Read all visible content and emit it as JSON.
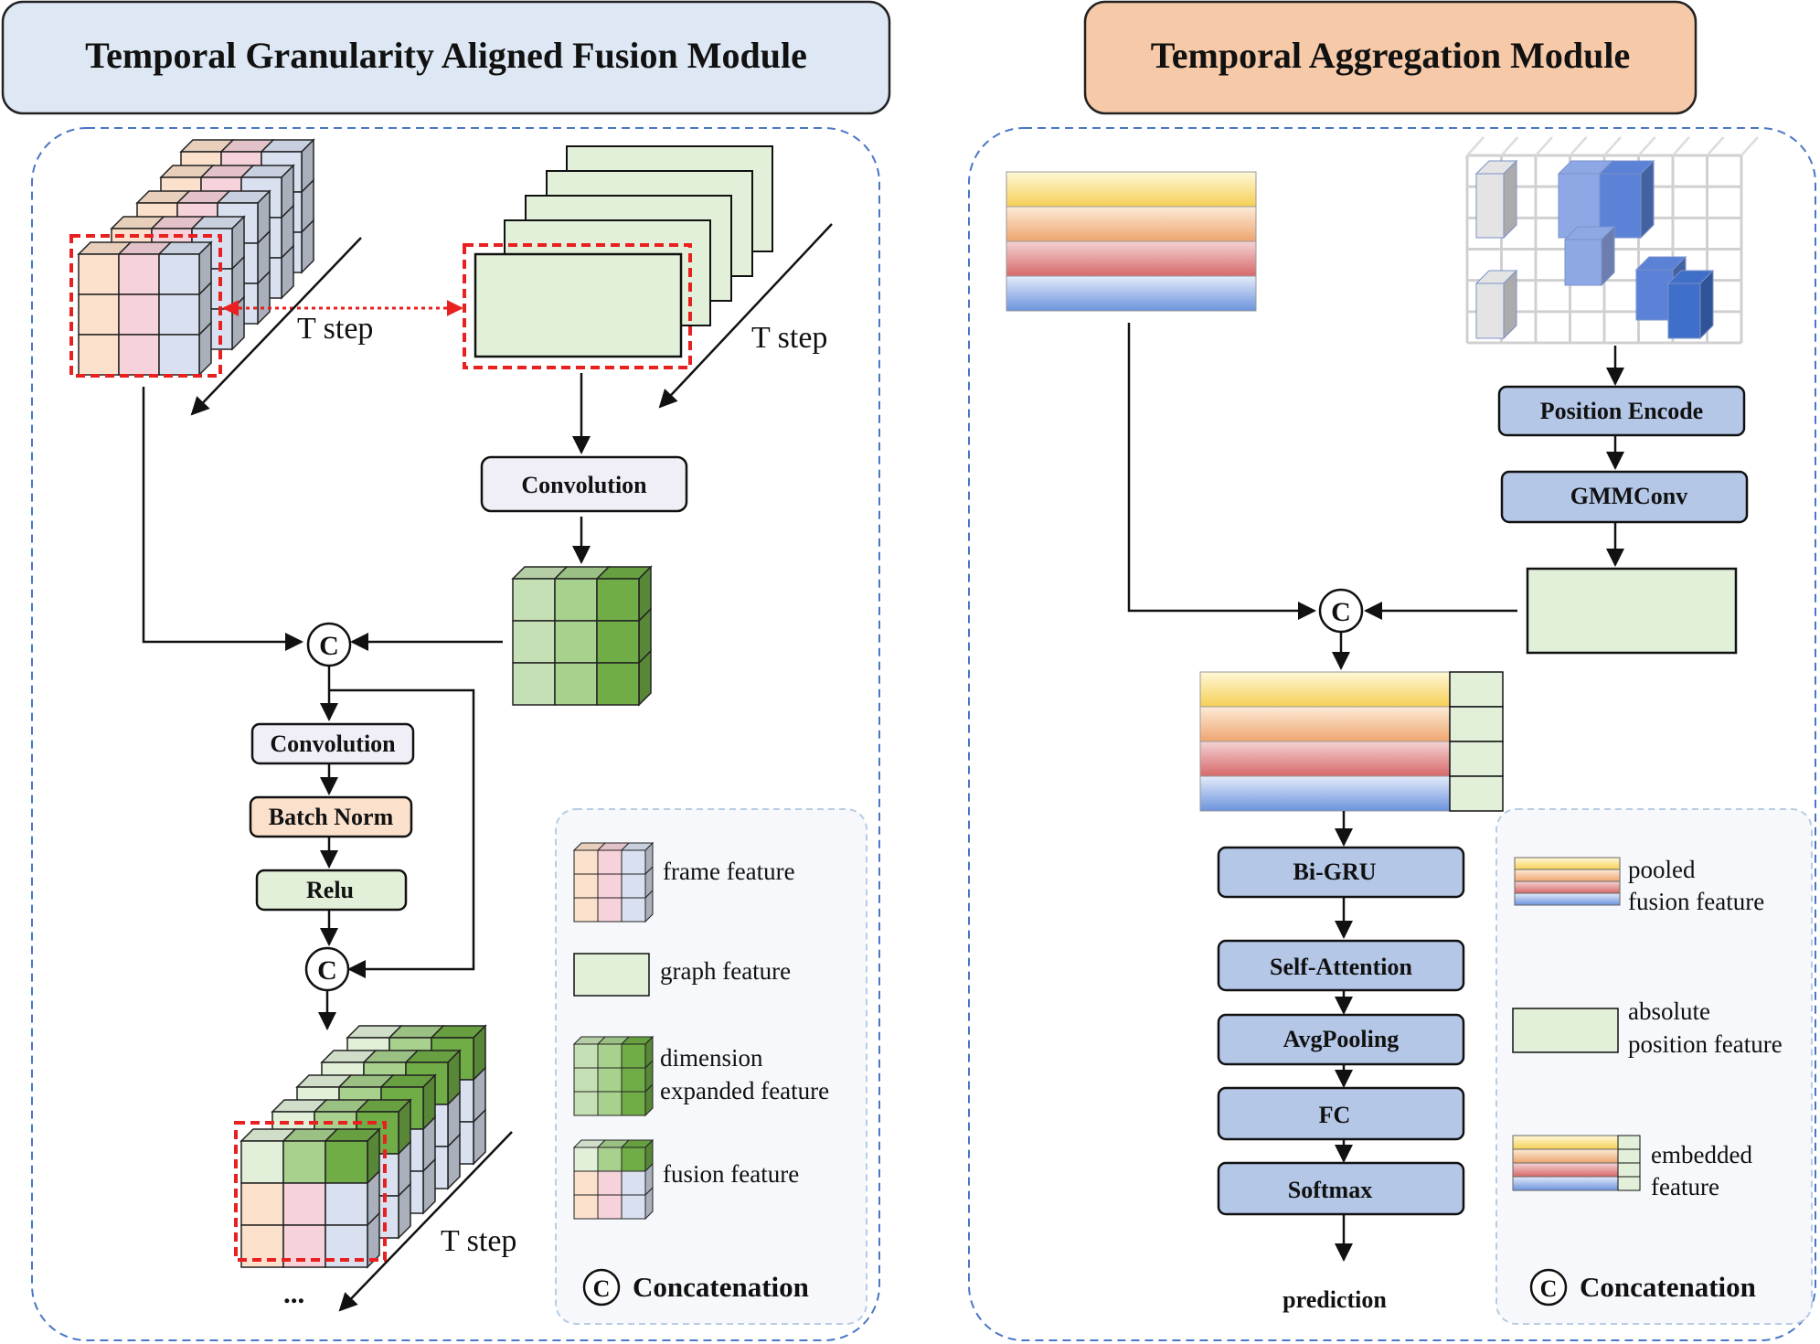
{
  "left_module": {
    "title": "Temporal Granularity Aligned Fusion Module",
    "title_color": "#dde8f4",
    "t_step_frames": "T step",
    "t_step_graph": "T step",
    "t_step_output": "T step",
    "top_convolution": "Convolution",
    "convolution": "Convolution",
    "batch_norm": "Batch Norm",
    "relu": "Relu",
    "concat_symbol": "C",
    "ellipsis": "...",
    "legend": {
      "frame_feature": "frame feature",
      "graph_feature": "graph feature",
      "dimension_expanded_line1": "dimension",
      "dimension_expanded_line2": "expanded feature",
      "fusion_feature": "fusion feature",
      "concatenation": "Concatenation"
    }
  },
  "right_module": {
    "title": "Temporal Aggregation Module",
    "title_color": "#f6c9a8",
    "position_encode": "Position Encode",
    "gmmconv": "GMMConv",
    "bi_gru": "Bi-GRU",
    "self_attention": "Self-Attention",
    "avg_pooling": "AvgPooling",
    "fc": "FC",
    "softmax": "Softmax",
    "prediction": "prediction",
    "concat_symbol": "C",
    "legend": {
      "pooled_line1": "pooled",
      "pooled_line2": "fusion feature",
      "absolute_line1": "absolute",
      "absolute_line2": "position feature",
      "embedded_line1": "embedded",
      "embedded_line2": "feature",
      "concatenation": "Concatenation"
    }
  },
  "colors": {
    "frame_orange": "#fbe1cc",
    "frame_pink": "#f6d2da",
    "frame_blue": "#d9e1f1",
    "graph_green": "#e2f0d9",
    "expanded_light": "#c5e0b4",
    "expanded_mid": "#a9d18e",
    "expanded_dark": "#70ad47",
    "op_box_blue": "#b4c7e7",
    "highlight_red": "#e82020",
    "dashed_border": "#4a76c6"
  }
}
